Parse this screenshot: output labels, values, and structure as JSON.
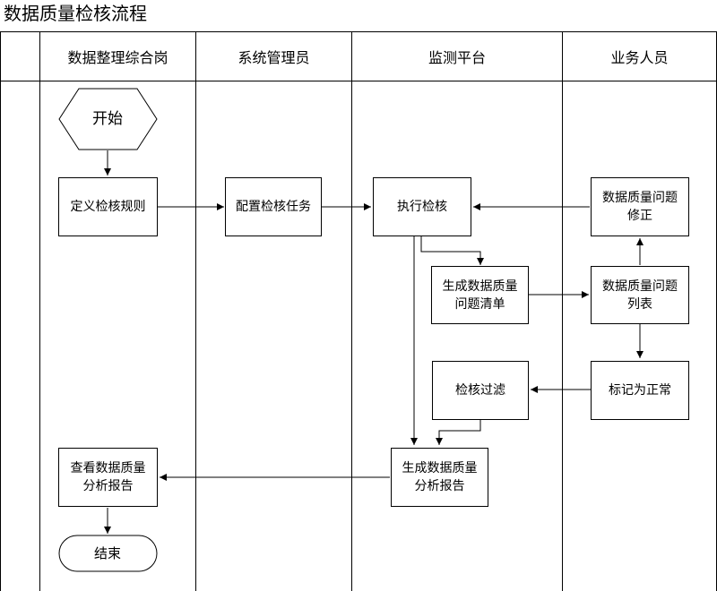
{
  "title": "数据质量检核流程",
  "lanes": [
    "数据整理综合岗",
    "系统管理员",
    "监测平台",
    "业务人员"
  ],
  "nodes": {
    "start": "开始",
    "define_rules": "定义检核规则",
    "config_task": "配置检核任务",
    "exec_check": "执行检核",
    "gen_list": "生成数据质量问题清单",
    "fix_issue": "数据质量问题修正",
    "issue_list": "数据质量问题列表",
    "mark_normal": "标记为正常",
    "filter": "检核过滤",
    "gen_report": "生成数据质量分析报告",
    "view_report": "查看数据质量分析报告",
    "end": "结束"
  }
}
